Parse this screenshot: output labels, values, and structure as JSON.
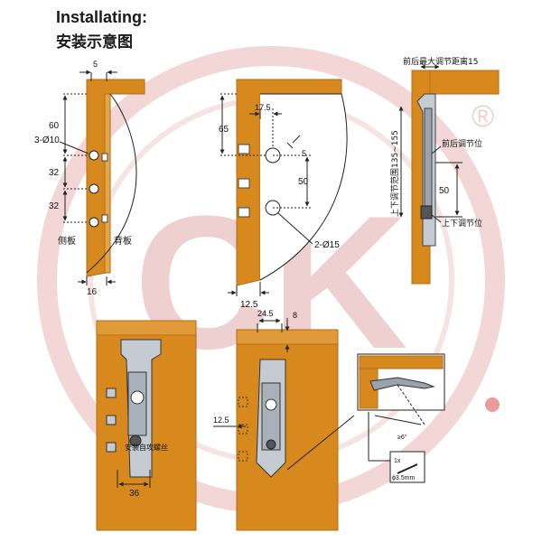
{
  "header": {
    "title_en": "Installating:",
    "title_cn": "安装示意图"
  },
  "watermark": {
    "brand": "CK",
    "registered": "®",
    "color": "#e9bcbc"
  },
  "colors": {
    "wood": "#d8891e",
    "wood_edge": "#b36e12",
    "metal": "#9aa3ad",
    "line": "#222222"
  },
  "diagram1": {
    "dims": [
      "5",
      "60",
      "3-Ø10",
      "32",
      "32",
      "16"
    ],
    "side_panel": "侧板",
    "back_panel": "背板"
  },
  "diagram2": {
    "dims": [
      "17.5",
      "65",
      "5",
      "50",
      "2-Ø15",
      "12.5"
    ]
  },
  "diagram3": {
    "max_adjust": "前后最大调节距离15",
    "vertical_range": "上下调节范围135~155",
    "front_back_pos": "前后调节位",
    "dim_50": "50",
    "up_down_pos": "上下调节位"
  },
  "diagram4": {
    "screw_label": "安装自攻螺丝",
    "dim_36": "36"
  },
  "diagram5": {
    "dims": [
      "24.5",
      "8",
      "12.5"
    ],
    "angle": "≥6°",
    "screw_qty": "1x",
    "screw_size": "ϕ3.5mm"
  }
}
